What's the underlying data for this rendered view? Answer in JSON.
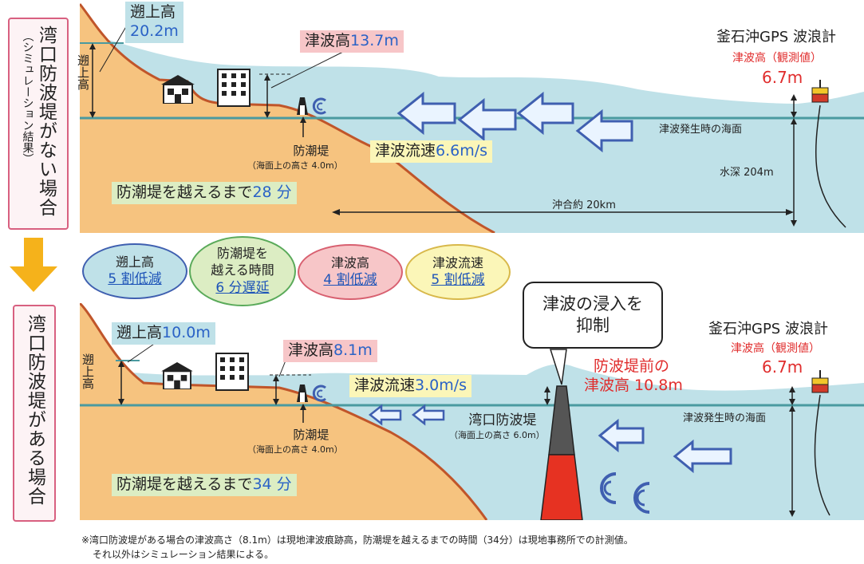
{
  "side_labels": {
    "top": "湾口防波堤がない場合",
    "top_sub": "（シミュレーション結果）",
    "bottom": "湾口防波堤がある場合"
  },
  "top_panel": {
    "runup_title": "遡上高",
    "runup_value": "20.2m",
    "runup_vertical": "遡上高",
    "tsunami_title": "津波高",
    "tsunami_value": "13.7m",
    "seawall_label": "防潮堤",
    "seawall_sub": "（海面上の高さ 4.0m）",
    "speed_title": "津波流速",
    "speed_value": "6.6m/s",
    "overtop_title": "防潮堤を越えるまで",
    "overtop_value": "28 分",
    "gps_title": "釜石沖GPS 波浪計",
    "gps_sub": "津波高（観測値）",
    "gps_value": "6.7m",
    "sea_level": "津波発生時の海面",
    "depth": "水深 204m",
    "distance": "沖合約 20km"
  },
  "ovals": [
    {
      "title": "遡上高",
      "value": "5 割低減"
    },
    {
      "title": "防潮堤を越える時間",
      "value": "6 分遅延"
    },
    {
      "title": "津波高",
      "value": "4 割低減"
    },
    {
      "title": "津波流速",
      "value": "5 割低減"
    }
  ],
  "oval_title_lines": [
    "防潮堤を",
    "越える時間"
  ],
  "bottom_panel": {
    "runup_title": "遡上高",
    "runup_value": "10.0m",
    "runup_vertical": "遡上高",
    "tsunami_title": "津波高",
    "tsunami_value": "8.1m",
    "speed_title": "津波流速",
    "speed_value": "3.0m/s",
    "seawall_label": "防潮堤",
    "seawall_sub": "（海面上の高さ 4.0m）",
    "overtop_title": "防潮堤を越えるまで",
    "overtop_value": "34 分",
    "bubble_line1": "津波の浸入を",
    "bubble_line2": "抑制",
    "breakwater_front_line1": "防波堤前の",
    "breakwater_front_line2": "津波高 10.8m",
    "breakwater_label": "湾口防波堤",
    "breakwater_sub": "（海面上の高さ 6.0m）",
    "gps_title": "釜石沖GPS 波浪計",
    "gps_sub": "津波高（観測値）",
    "gps_value": "6.7m",
    "sea_level": "津波発生時の海面"
  },
  "footnote": {
    "line1": "※湾口防波堤がある場合の津波高さ（8.1m）は現地津波痕跡高，防潮堤を越えるまでの時間（34分）は現地事務所での計測値。",
    "line2": "それ以外はシミュレーション結果による。"
  },
  "colors": {
    "sea": "#bfe1e8",
    "land": "#f6c37f",
    "land_edge": "#c0552a",
    "sea_line": "#4a9aa0",
    "arrow": "#3f5fb0",
    "red_text": "#e02c2c",
    "blue_text": "#2a62c6",
    "side_border": "#d86080",
    "down_arrow": "#f5b21b"
  },
  "icons": [
    "house-icon",
    "building-icon",
    "seawall-icon",
    "wave-icon",
    "buoy-icon",
    "down-arrow-icon"
  ]
}
